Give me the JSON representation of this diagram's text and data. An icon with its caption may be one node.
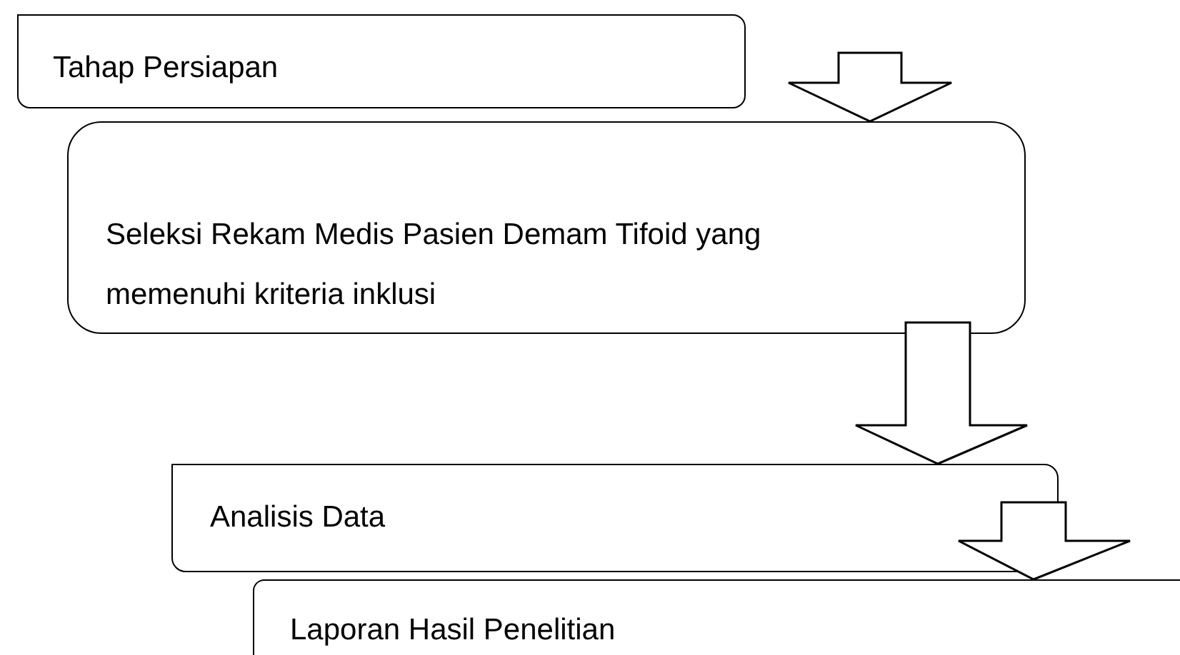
{
  "diagram": {
    "nodes": [
      {
        "text": [
          "Tahap Persiapan"
        ]
      },
      {
        "text": [
          "Seleksi Rekam Medis Pasien Demam Tifoid yang memenuhi kriteria inklusi"
        ]
      },
      {
        "text": [
          "Analisis Data"
        ]
      },
      {
        "text": [
          "Laporan Hasil Penelitian"
        ]
      }
    ],
    "edges": [
      {
        "from": 0,
        "to": 1,
        "arrow": "to"
      },
      {
        "from": 1,
        "to": 2,
        "arrow": "to"
      },
      {
        "from": 2,
        "to": 3,
        "arrow": "to"
      }
    ]
  }
}
